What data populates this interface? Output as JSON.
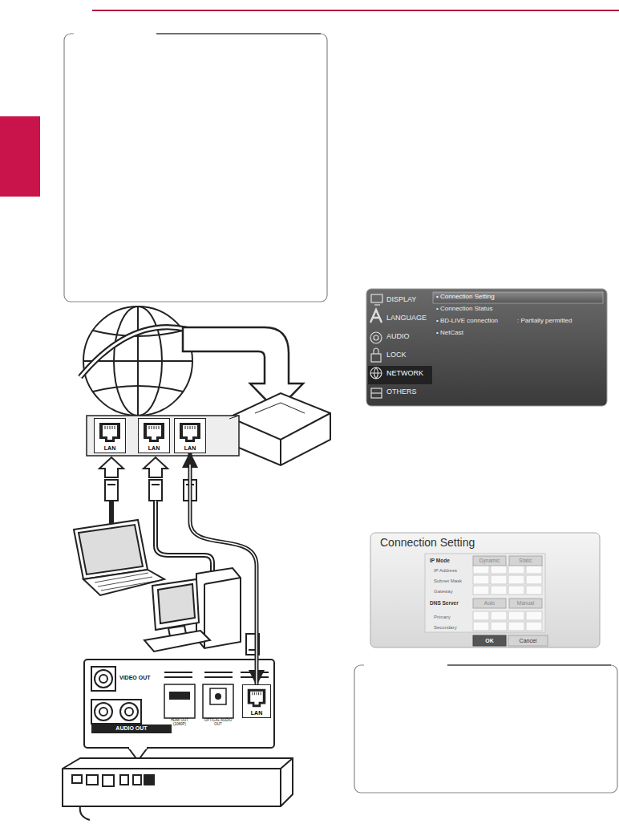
{
  "diagram": {
    "nodes": [
      {
        "text": [
          "LAN"
        ]
      },
      {
        "text": [
          "LAN"
        ]
      },
      {
        "text": [
          "LAN"
        ]
      },
      {
        "text": [
          "LAN"
        ]
      }
    ],
    "edges": [
      {
        "from": 2,
        "to": 3,
        "arrow": "both"
      }
    ],
    "labels": [
      "VIDEO OUT",
      "AUDIO OUT",
      "HDMI OUT (1080P)",
      "OPTICAL AUDIO OUT",
      "DISPLAY",
      "LANGUAGE",
      "AUDIO",
      "LOCK",
      "NETWORK",
      "OTHERS",
      "• Connection Setting",
      "• Connection Status",
      "• BD-LIVE connection",
      ": Partially permitted",
      "• NetCast",
      "Connection Setting",
      "IP Mode",
      "Dynamic",
      "Static",
      "IP Address",
      "Subnet Mask",
      "Gateway",
      "DNS Server",
      "Auto",
      "Manual",
      "Primary",
      "Secondary",
      "OK",
      "Cancel"
    ]
  }
}
